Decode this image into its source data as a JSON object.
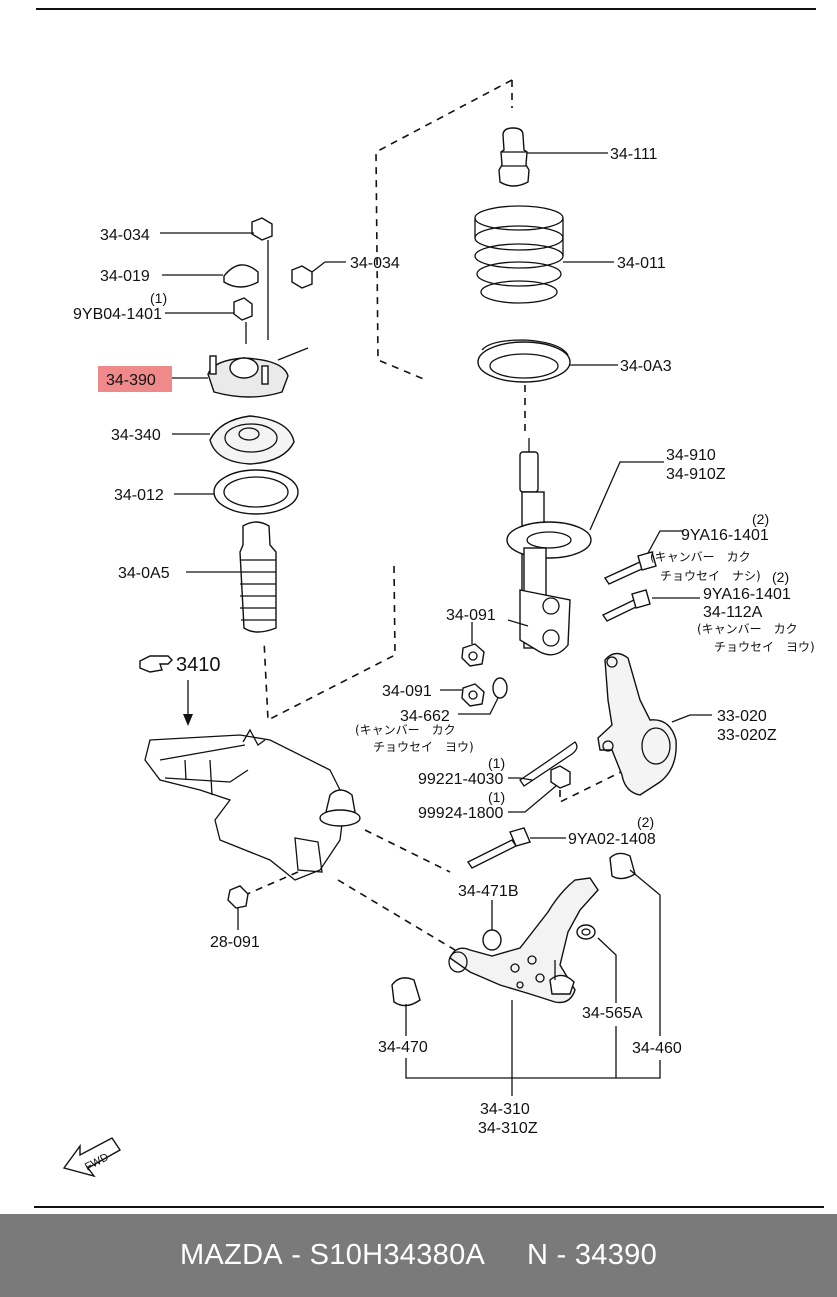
{
  "labels": {
    "p34111": "34-111",
    "p34034a": "34-034",
    "p34034b": "34-034",
    "p34011": "34-011",
    "p34019": "34-019",
    "qty9yb": "(1)",
    "p9yb04": "9YB04-1401",
    "p34390": "34-390",
    "p340a3": "34-0A3",
    "p34340": "34-340",
    "p34910": "34-910",
    "p34910z": "34-910Z",
    "p34012": "34-012",
    "qty9ya16a": "(2)",
    "p9ya16a": "9YA16-1401",
    "jp1a": "(キャンバー　カク",
    "jp1b": "チョウセイ　ナシ)",
    "qty9ya16b": "(2)",
    "p9ya16b": "9YA16-1401",
    "p340a5": "34-0A5",
    "p34112a": "34-112A",
    "jp2a": "(キャンバー　カク",
    "jp2b": "チョウセイ　ヨウ)",
    "p34091a": "34-091",
    "group3410": "3410",
    "p34091b": "34-091",
    "p34662": "34-662",
    "jp3a": "(キャンバー　カク",
    "jp3b": "チョウセイ　ヨウ)",
    "p33020": "33-020",
    "p33020z": "33-020Z",
    "qty99221": "(1)",
    "p99221": "99221-4030",
    "qty99924": "(1)",
    "p99924": "99924-1800",
    "qty9ya02": "(2)",
    "p9ya02": "9YA02-1408",
    "p34471b": "34-471B",
    "p28091": "28-091",
    "p34565a": "34-565A",
    "p34470": "34-470",
    "p34460": "34-460",
    "p34310": "34-310",
    "p34310z": "34-310Z",
    "fwd": "FWD"
  },
  "highlight": {
    "part": "34-390",
    "color": "#f08a8a"
  },
  "footer": {
    "brand": "MAZDA",
    "sep1": " - ",
    "code": "S10H34380A",
    "gap": "     ",
    "n": "N",
    "sep2": " - ",
    "number": "34390"
  },
  "colors": {
    "footer_bg": "#7a7a7a",
    "ink": "#111111"
  }
}
